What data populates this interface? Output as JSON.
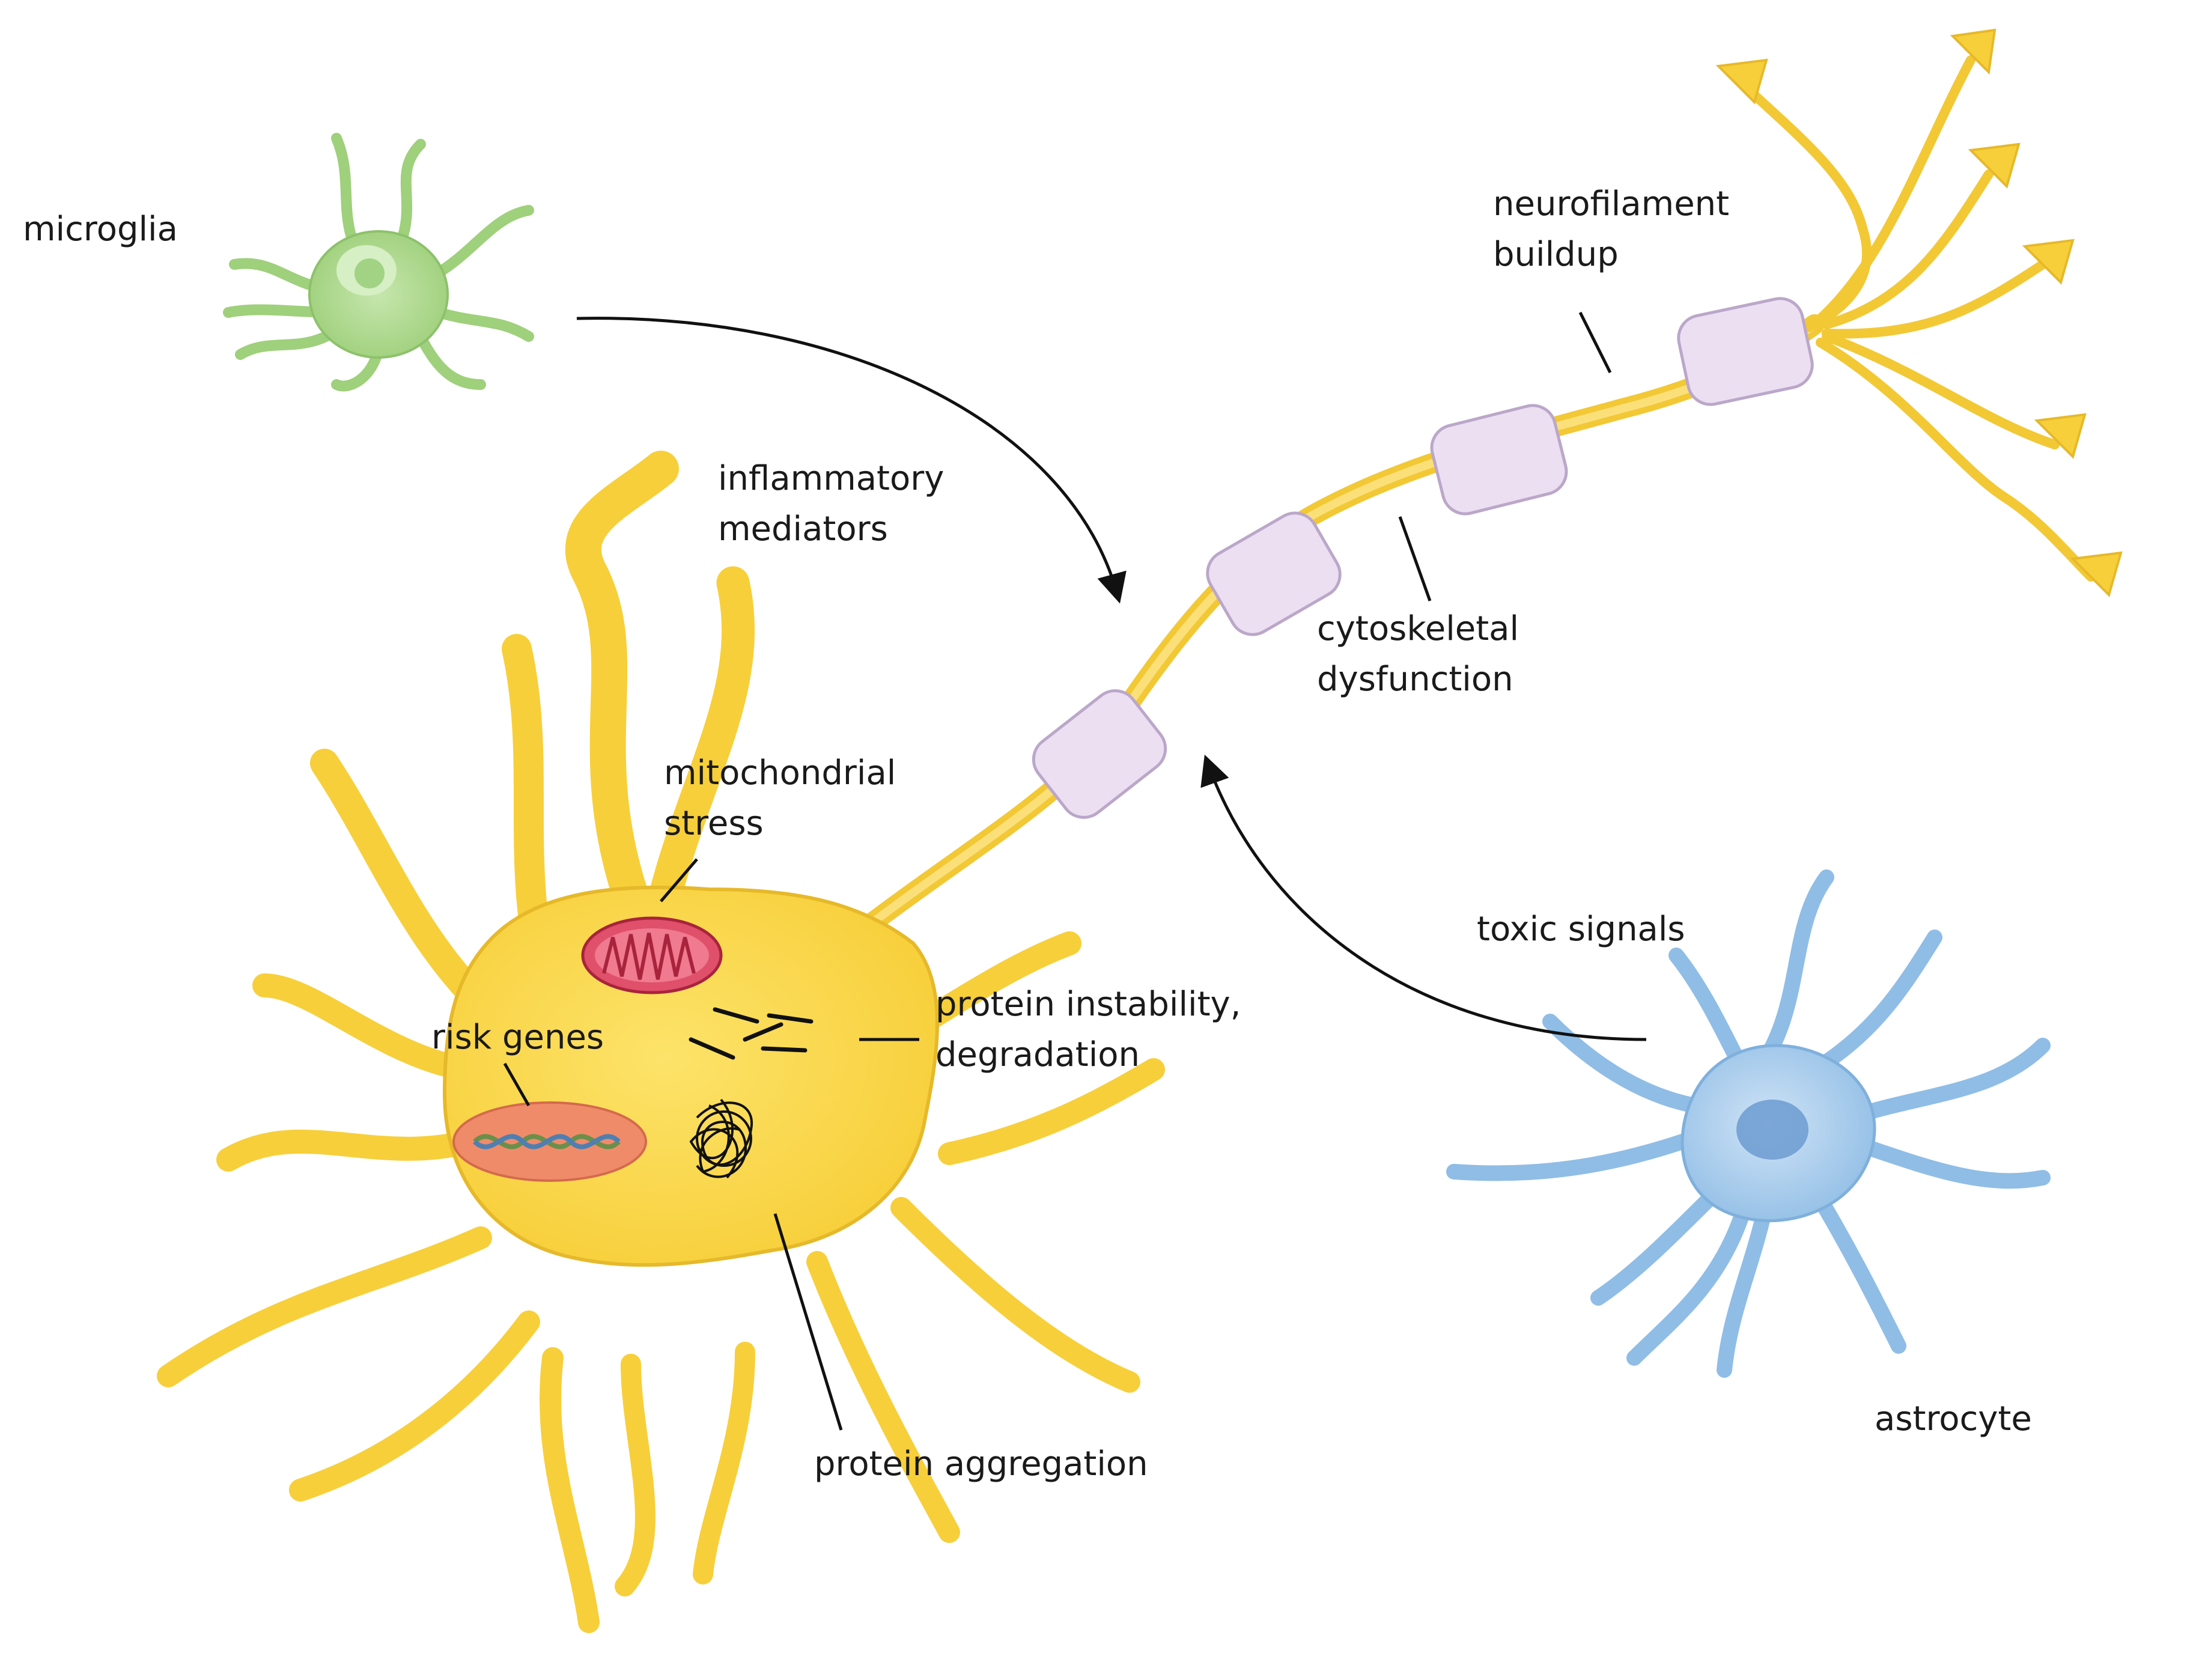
{
  "labels": {
    "microglia": "microglia",
    "astrocyte": "astrocyte",
    "inflammatory_mediators": [
      "inflammatory",
      "mediators"
    ],
    "toxic_signals": "toxic signals",
    "neurofilament_buildup": [
      "neurofilament",
      "buildup"
    ],
    "cytoskeletal_dysfunction": [
      "cytoskeletal",
      "dysfunction"
    ],
    "mitochondrial_stress": [
      "mitochondrial",
      "stress"
    ],
    "risk_genes": "risk genes",
    "protein_instability": [
      "protein instability,",
      "degradation"
    ],
    "protein_aggregation": "protein aggregation"
  },
  "colors": {
    "neuron": "#f9d94a",
    "neuron_outline": "#e6b92a",
    "myelin": "#e8d8ee",
    "myelin_outline": "#b9a3c7",
    "microglia": "#a9d68a",
    "astrocyte": "#9cc6e8",
    "astrocyte_nucleus": "#6c9bd1",
    "mitochondria": "#e0506a",
    "nucleus": "#f08b6a",
    "arrow": "#111111"
  }
}
